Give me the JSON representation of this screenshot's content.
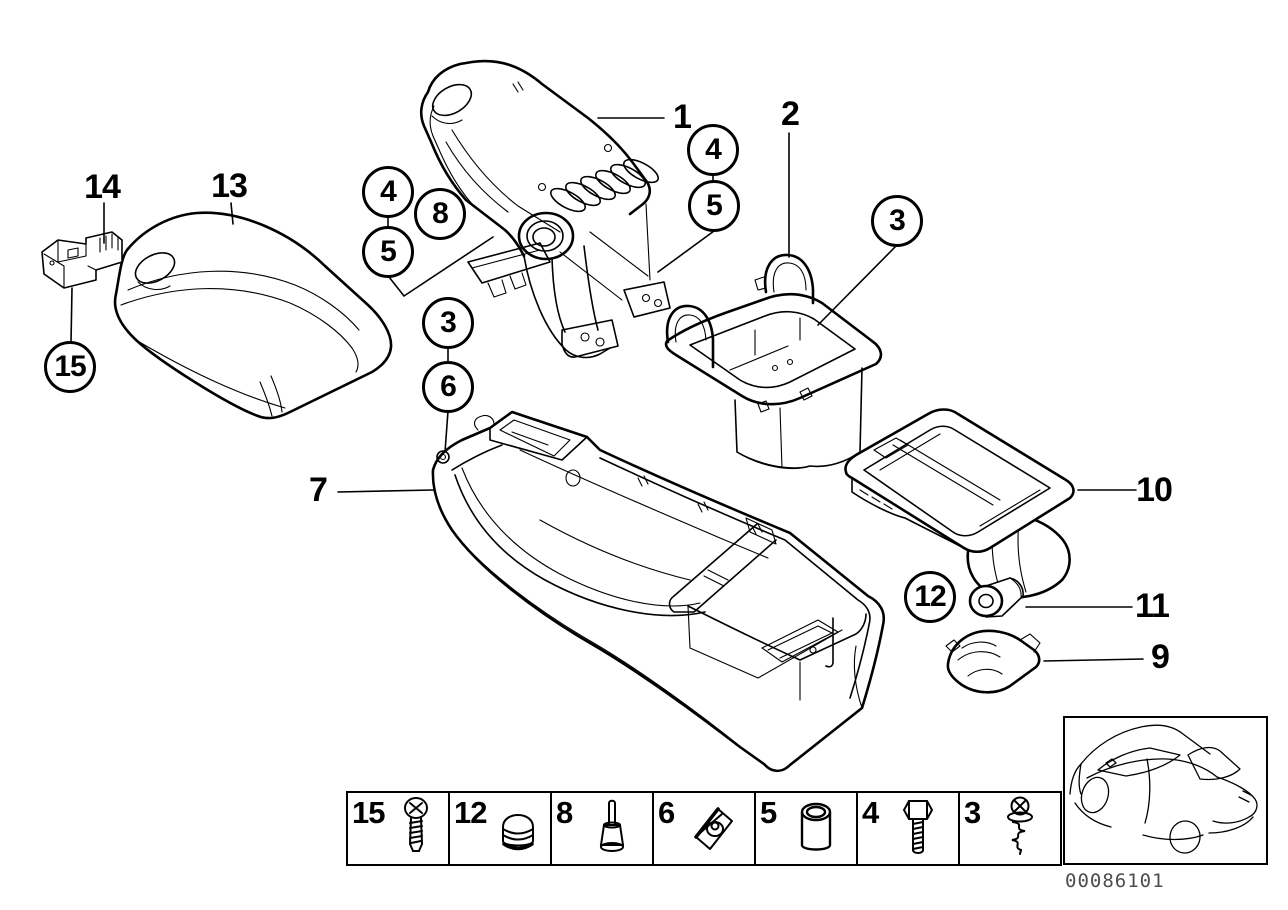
{
  "page": {
    "background_color": "#ffffff",
    "line_color": "#000000"
  },
  "callouts": {
    "n1": "1",
    "n2": "2",
    "n3": "3",
    "n4": "4",
    "n5": "5",
    "n6": "6",
    "n7": "7",
    "n8": "8",
    "n9": "9",
    "n10": "10",
    "n11": "11",
    "n12": "12",
    "n13": "13",
    "n14": "14",
    "n15": "15"
  },
  "legend": {
    "cells": [
      {
        "label": "15",
        "icon": "phillips-screw-icon"
      },
      {
        "label": "12",
        "icon": "plug-cap-icon"
      },
      {
        "label": "8",
        "icon": "pivot-pin-icon"
      },
      {
        "label": "6",
        "icon": "clip-nut-icon"
      },
      {
        "label": "5",
        "icon": "spacer-sleeve-icon"
      },
      {
        "label": "4",
        "icon": "hex-bolt-icon"
      },
      {
        "label": "3",
        "icon": "screw-washer-icon"
      }
    ]
  },
  "thumbnail": {
    "icon": "car-rear-three-quarter-icon"
  },
  "footer": {
    "image_number": "00086101",
    "number_color": "#4d4d4d"
  }
}
